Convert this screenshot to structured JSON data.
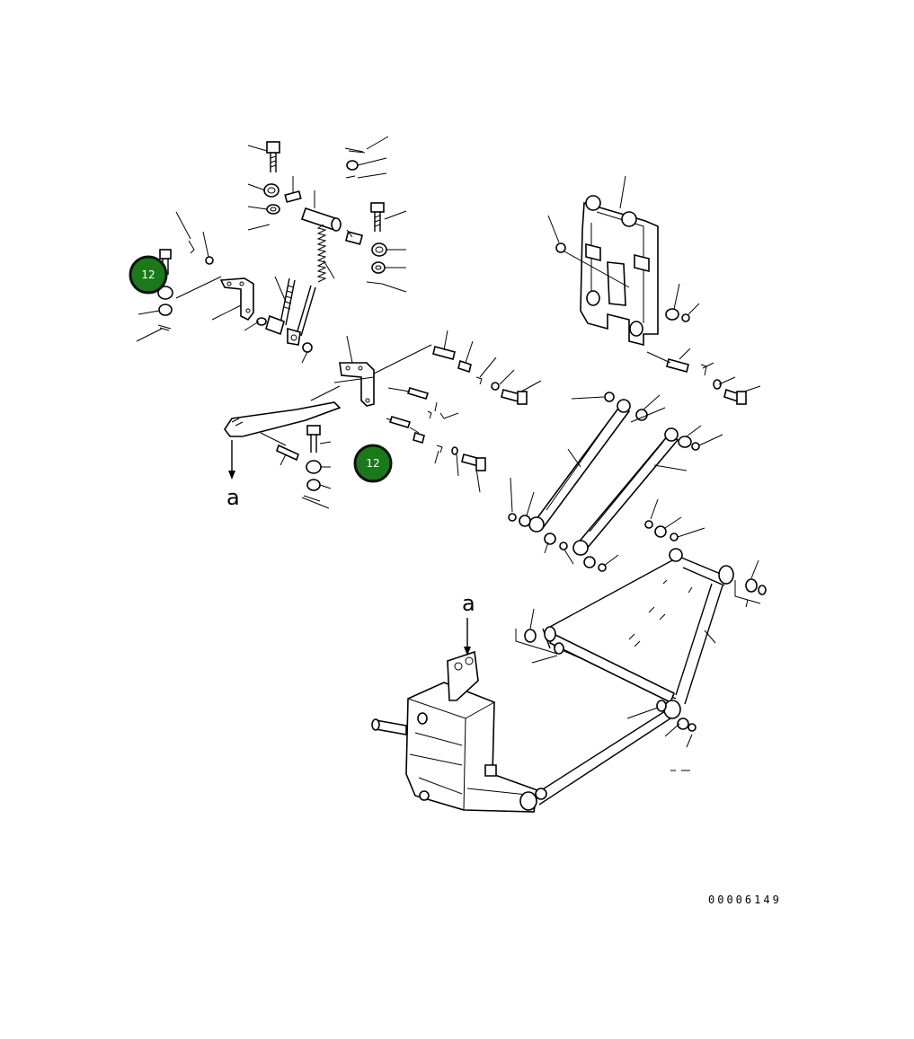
{
  "callouts": [
    {
      "label": "12",
      "color": "#1a7a1a"
    },
    {
      "label": "12",
      "color": "#1a7a1a"
    }
  ],
  "reference_labels": {
    "arrow_a_upper": "a",
    "arrow_a_lower": "a"
  },
  "drawing_number": "00006149"
}
